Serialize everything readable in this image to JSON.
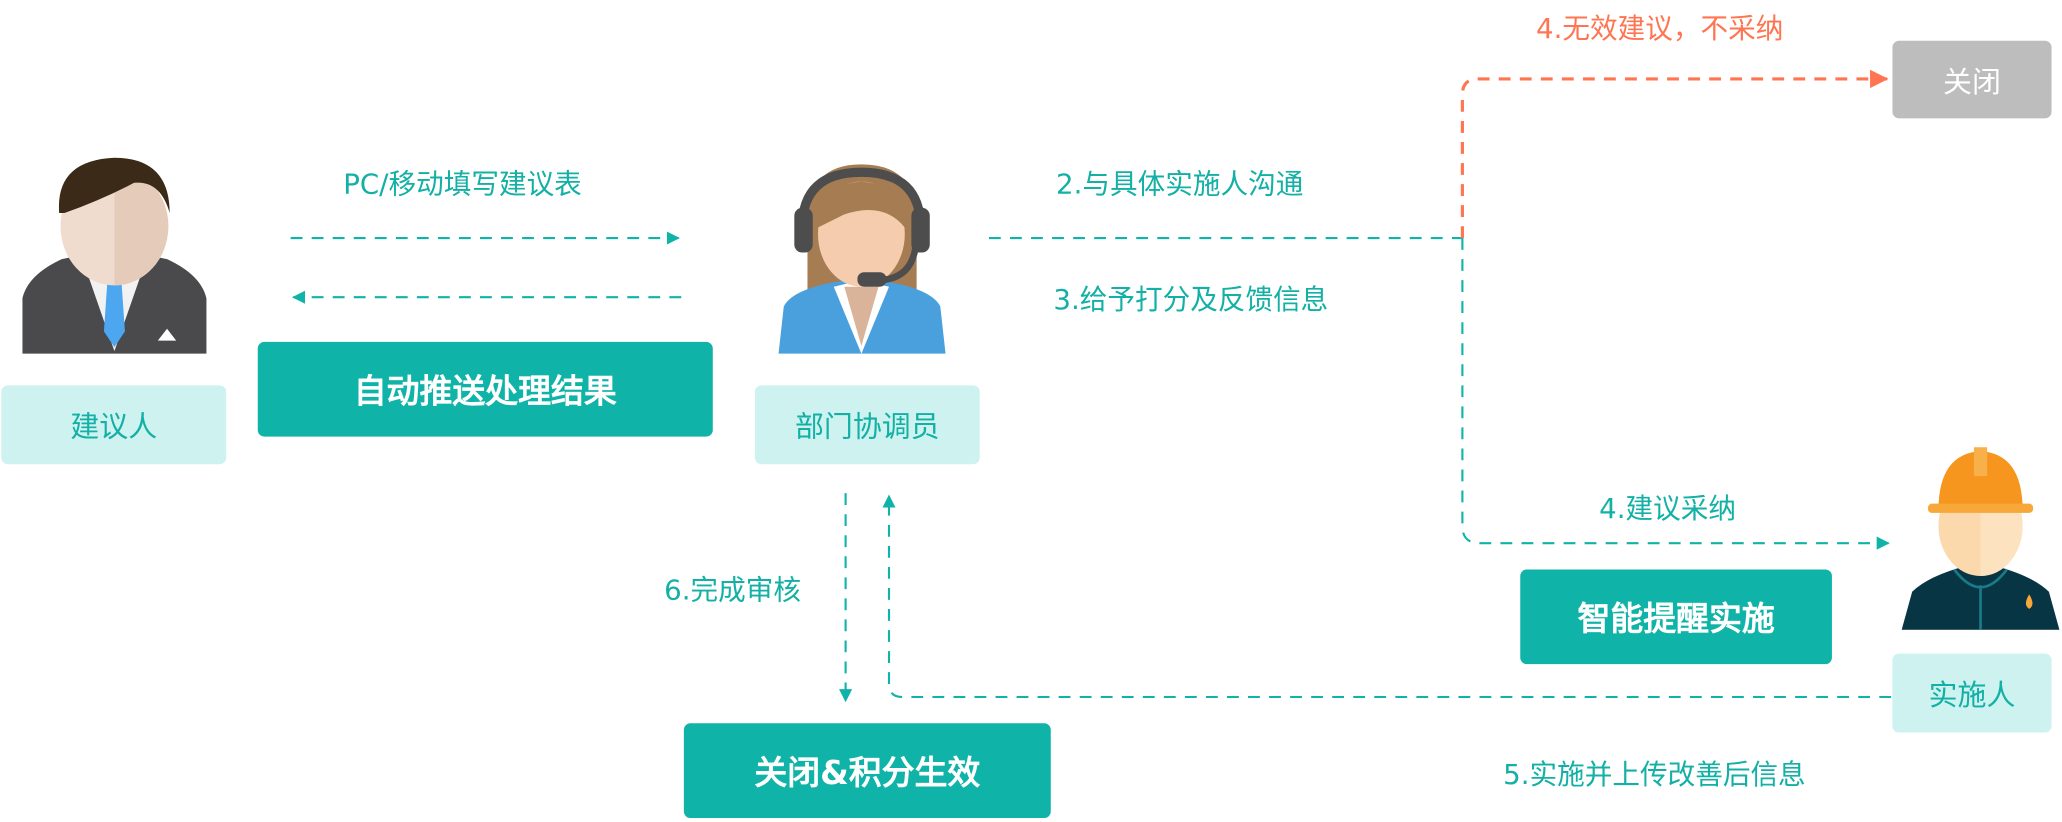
{
  "roles": {
    "proposer": "建议人",
    "coordinator": "部门协调员",
    "implementer": "实施人",
    "closed": "关闭"
  },
  "actions": {
    "auto_push": "自动推送处理结果",
    "smart_remind": "智能提醒实施",
    "close_points": "关闭&积分生效"
  },
  "labels": {
    "fill_form": "PC/移动填写建议表",
    "communicate": "2.与具体实施人沟通",
    "score_feedback": "3.给予打分及反馈信息",
    "invalid": "4.无效建议，不采纳",
    "adopted": "4.建议采纳",
    "upload": "5.实施并上传改善后信息",
    "review": "6.完成审核"
  },
  "colors": {
    "teal": "#10b3a8",
    "light_teal": "#cdf2ef",
    "orange": "#ff7552",
    "gray": "#bdbdbd"
  }
}
